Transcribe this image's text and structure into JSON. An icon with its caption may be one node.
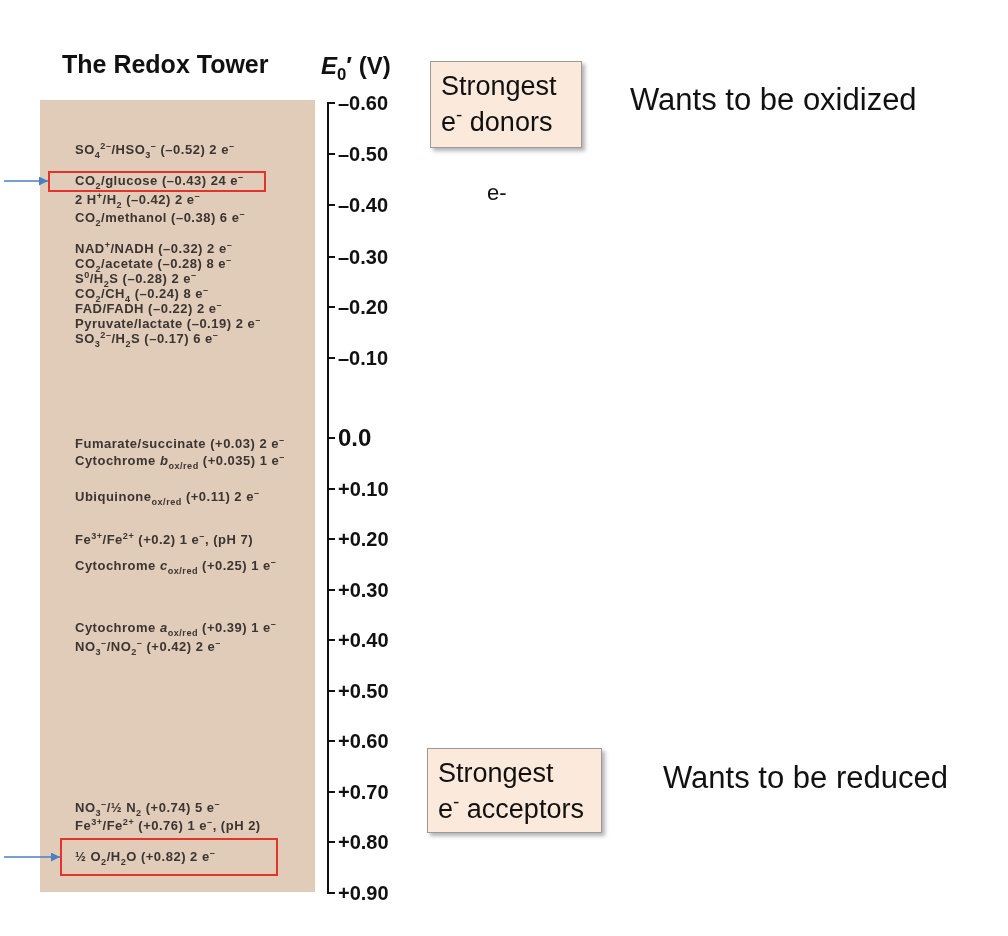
{
  "diagram": {
    "title": "The Redox Tower",
    "nodes": [
      {
        "text": [
          "SO$_{4}$$^{2–}$/HSO$_{3}$$^{–}$ (–0.52) 2 e$^{–}$",
          "2 H$^{+}$/H$_{2}$ (–0.42) 2 e$^{–}$",
          "CO$_{2}$/methanol (–0.38) 6 e$^{–}$",
          "NAD$^{+}$/NADH (–0.32) 2 e$^{–}$",
          "CO$_{2}$/acetate (–0.28) 8 e$^{–}$",
          "S$^{0}$/H$_{2}$S (–0.28) 2 e$^{–}$",
          "CO$_{2}$/CH$_{4}$ (–0.24) 8 e$^{–}$",
          "FAD/FADH (–0.22) 2 e$^{–}$",
          "Pyruvate/lactate (–0.19) 2 e$^{–}$",
          "SO$_{3}$$^{2–}$/H$_{2}$S (–0.17) 6 e$^{–}$",
          "Fumarate/succinate (+0.03) 2 e$^{–}$",
          "Cytochrome *b*$_{ox/red}$ (+0.035) 1 e$^{–}$",
          "Ubiquinone$_{ox/red}$ (+0.11) 2 e$^{–}$",
          "Fe$^{3+}$/Fe$^{2+}$ (+0.2) 1 e$^{–}$, (pH 7)",
          "Cytochrome *c*$_{ox/red}$ (+0.25) 1 e$^{–}$",
          "Cytochrome *a*$_{ox/red}$ (+0.39) 1 e$^{–}$",
          "NO$_{3}$$^{–}$/NO$_{2}$$^{–}$ (+0.42) 2 e$^{–}$",
          "NO$_{3}$$^{–}$/½ N$_{2}$ (+0.74) 5 e$^{–}$",
          "Fe$^{3+}$/Fe$^{2+}$ (+0.76) 1 e$^{–}$, (pH 2)"
        ]
      },
      {
        "text": [
          "CO$_{2}$/glucose (–0.43) 24 e$^{–}$"
        ],
        "in": 0
      },
      {
        "text": [
          "½ O$_{2}$/H$_{2}$O (+0.82) 2 e$^{–}$"
        ],
        "in": 0
      },
      {
        "text": [
          "Strongest e$^{-}$ donors"
        ]
      },
      {
        "text": [
          "Strongest e$^{-}$ acceptors"
        ]
      }
    ],
    "edges": [
      {
        "from": null,
        "to": 1,
        "arrow": "to"
      },
      {
        "from": null,
        "to": 2,
        "arrow": "to"
      }
    ],
    "labels": [
      "*E*$_{0}$′ (V)",
      "–0.60",
      "–0.50",
      "–0.40",
      "–0.30",
      "–0.20",
      "–0.10",
      "0.0",
      "+0.10",
      "+0.20",
      "+0.30",
      "+0.40",
      "+0.50",
      "+0.60",
      "+0.70",
      "+0.80",
      "+0.90",
      "Wants to be oxidized",
      "e-",
      "Wants to be reduced"
    ]
  }
}
